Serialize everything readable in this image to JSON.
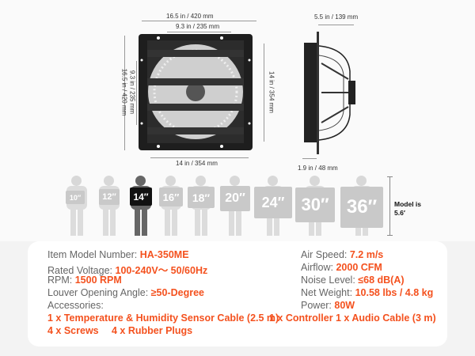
{
  "dimensions": {
    "front_width": "16.5 in / 420 mm",
    "hole_spacing_top": "9.3 in / 235 mm",
    "front_height": "16.5 in / 420 mm",
    "hole_spacing_side": "9.3 in / 235 mm",
    "opening_height": "14 in / 354 mm",
    "opening_width": "14 in / 354 mm",
    "depth": "5.5 in / 139 mm",
    "frame_depth": "1.9 in / 48 mm"
  },
  "size_chart": {
    "sizes": [
      "10″",
      "12″",
      "14″",
      "16″",
      "18″",
      "20″",
      "24″",
      "30″",
      "36″"
    ],
    "selected": "14″",
    "model_note": "Model is 5.6′"
  },
  "specs": {
    "model_label": "Item Model Number:",
    "model_value": "HA-350ME",
    "voltage_label": "Rated Voltage:",
    "voltage_value": "100-240V～ 50/60Hz",
    "rpm_label": "RPM:",
    "rpm_value": "1500 RPM",
    "louver_label": "Louver Opening Angle:",
    "louver_value": "≥50-Degree",
    "accessories_label": "Accessories:",
    "air_speed_label": "Air Speed:",
    "air_speed_value": "7.2 m/s",
    "airflow_label": "Airflow:",
    "airflow_value": "2000 CFM",
    "noise_label": "Noise Level:",
    "noise_value": "≤68 dB(A)",
    "weight_label": "Net Weight:",
    "weight_value": "10.58 lbs / 4.8 kg",
    "power_label": "Power:",
    "power_value": "80W",
    "accessories": [
      "1 x Temperature & Humidity Sensor Cable (2.5 m)",
      "1 x Controller",
      "1 x Audio Cable (3 m)",
      "4 x Screws",
      "4 x Rubber Plugs"
    ]
  },
  "colors": {
    "accent": "#f4511e"
  }
}
